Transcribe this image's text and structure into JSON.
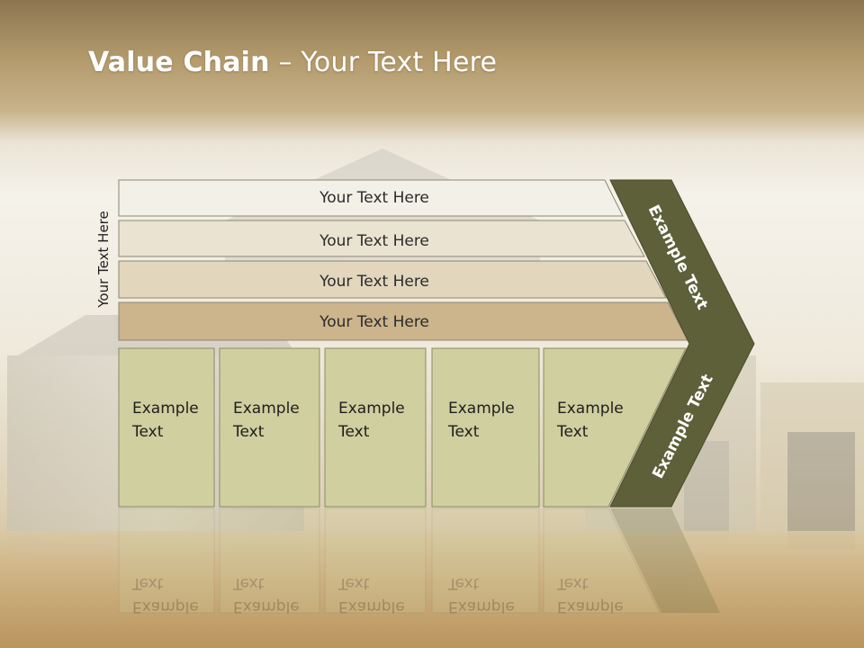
{
  "title": {
    "bold": "Value Chain",
    "rest": " – Your Text Here"
  },
  "side_label": "Your Text Here",
  "bands": [
    "Your Text Here",
    "Your Text Here",
    "Your Text Here",
    "Your Text Here"
  ],
  "boxes": [
    [
      "Example",
      "Text"
    ],
    [
      "Example",
      "Text"
    ],
    [
      "Example",
      "Text"
    ],
    [
      "Example",
      "Text"
    ],
    [
      "Example",
      "Text"
    ]
  ],
  "arrow_labels": {
    "upper": "Example Text",
    "lower": "Example Text"
  },
  "colors": {
    "band1": "#f3f0e8",
    "band2": "#ebe3d2",
    "band3": "#e2d6bd",
    "band4": "#ccb48c",
    "box": "#cfcf9f",
    "arrow": "#5d6038",
    "title_bar": "#a88f62"
  }
}
